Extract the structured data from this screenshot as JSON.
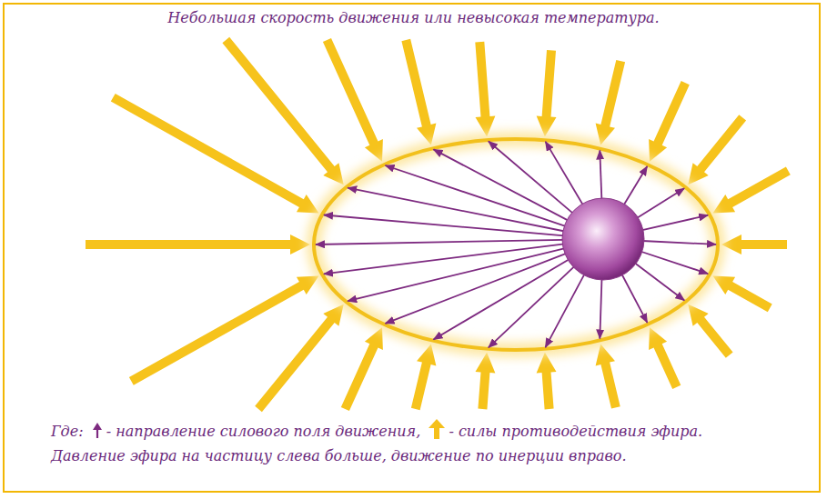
{
  "diagram": {
    "title": "Небольшая скорость движения или невысокая температура.",
    "labels": [
      "Где:",
      "Давление эфира на частицу слева больше, движение по инерции вправо."
    ],
    "legend": [
      {
        "text": "- направление силового поля движения,"
      },
      {
        "text": "- силы противодействия эфира."
      }
    ]
  }
}
